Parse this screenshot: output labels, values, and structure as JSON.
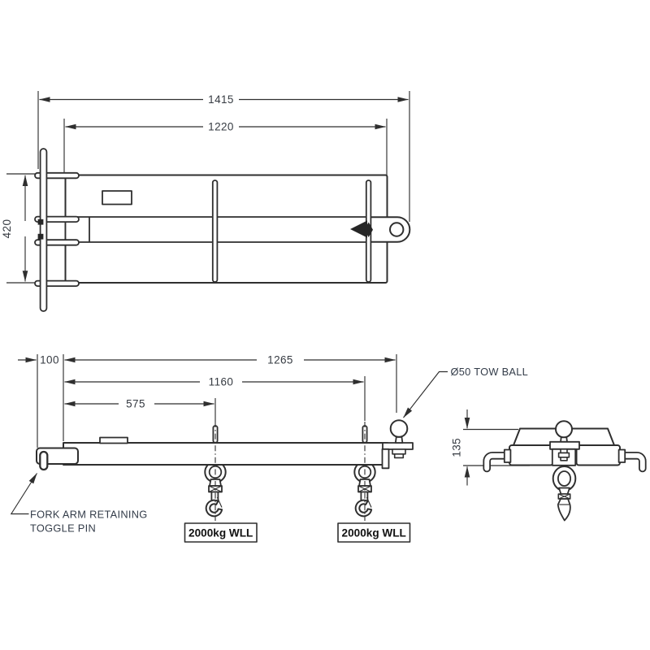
{
  "top_view": {
    "dim_overall_length": "1415",
    "dim_inner_length": "1220",
    "dim_width": "420"
  },
  "side_view": {
    "dim_pin_offset": "100",
    "dim_tow_ball": "1265",
    "dim_rear_hook": "1160",
    "dim_front_hook": "575",
    "tow_ball_label": "Ø50 TOW BALL",
    "toggle_pin_label_line1": "FORK ARM RETAINING",
    "toggle_pin_label_line2": "TOGGLE PIN",
    "front_hook_wll": "2000kg WLL",
    "rear_hook_wll": "2000kg WLL"
  },
  "end_view": {
    "dim_height": "135"
  },
  "colors": {
    "line": "#2f2f2f",
    "dimension_text": "#363b42",
    "annotation_text": "#333c49",
    "wll_label_text": "#121212",
    "background": "#ffffff"
  }
}
